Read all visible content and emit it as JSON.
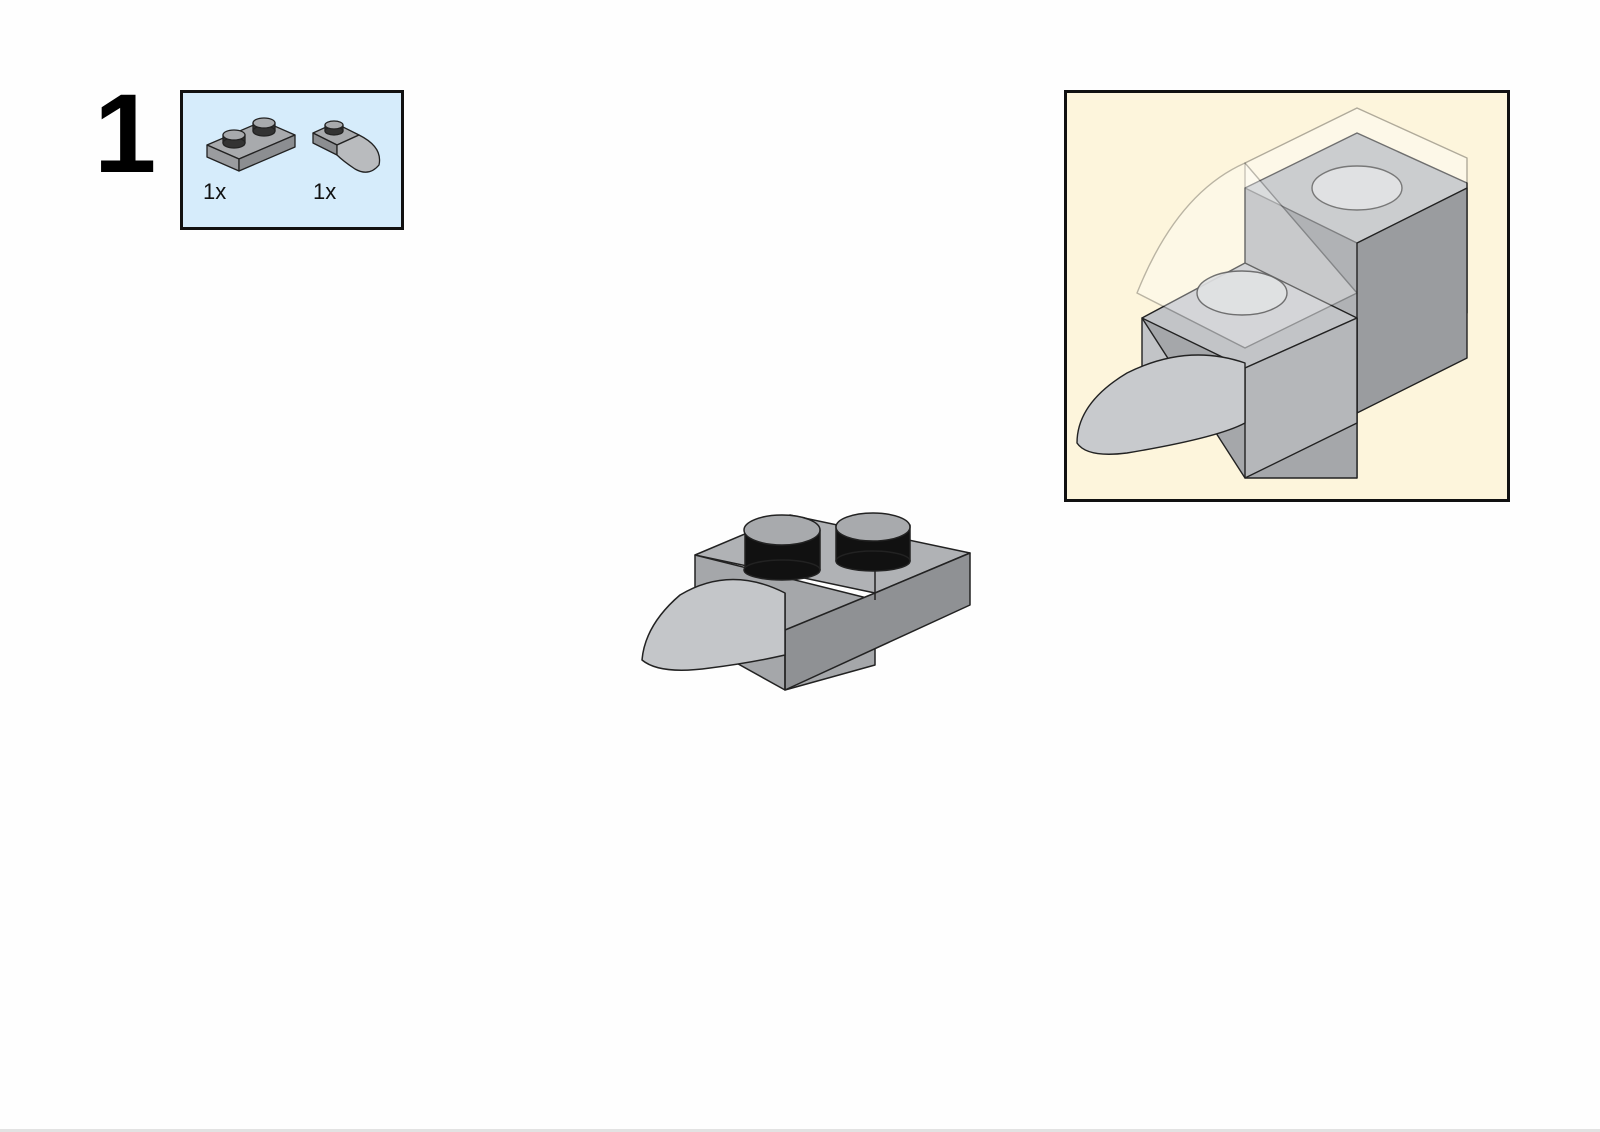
{
  "step": {
    "number": "1"
  },
  "parts_list": {
    "items": [
      {
        "part": "plate-1x2",
        "quantity": "1x"
      },
      {
        "part": "plate-1x1-with-tooth",
        "quantity": "1x"
      }
    ],
    "background_color": "#d6ecfb"
  },
  "callout": {
    "background_color": "#fdf5dc"
  },
  "colors": {
    "brick_gray": "#a3a5a8"
  }
}
